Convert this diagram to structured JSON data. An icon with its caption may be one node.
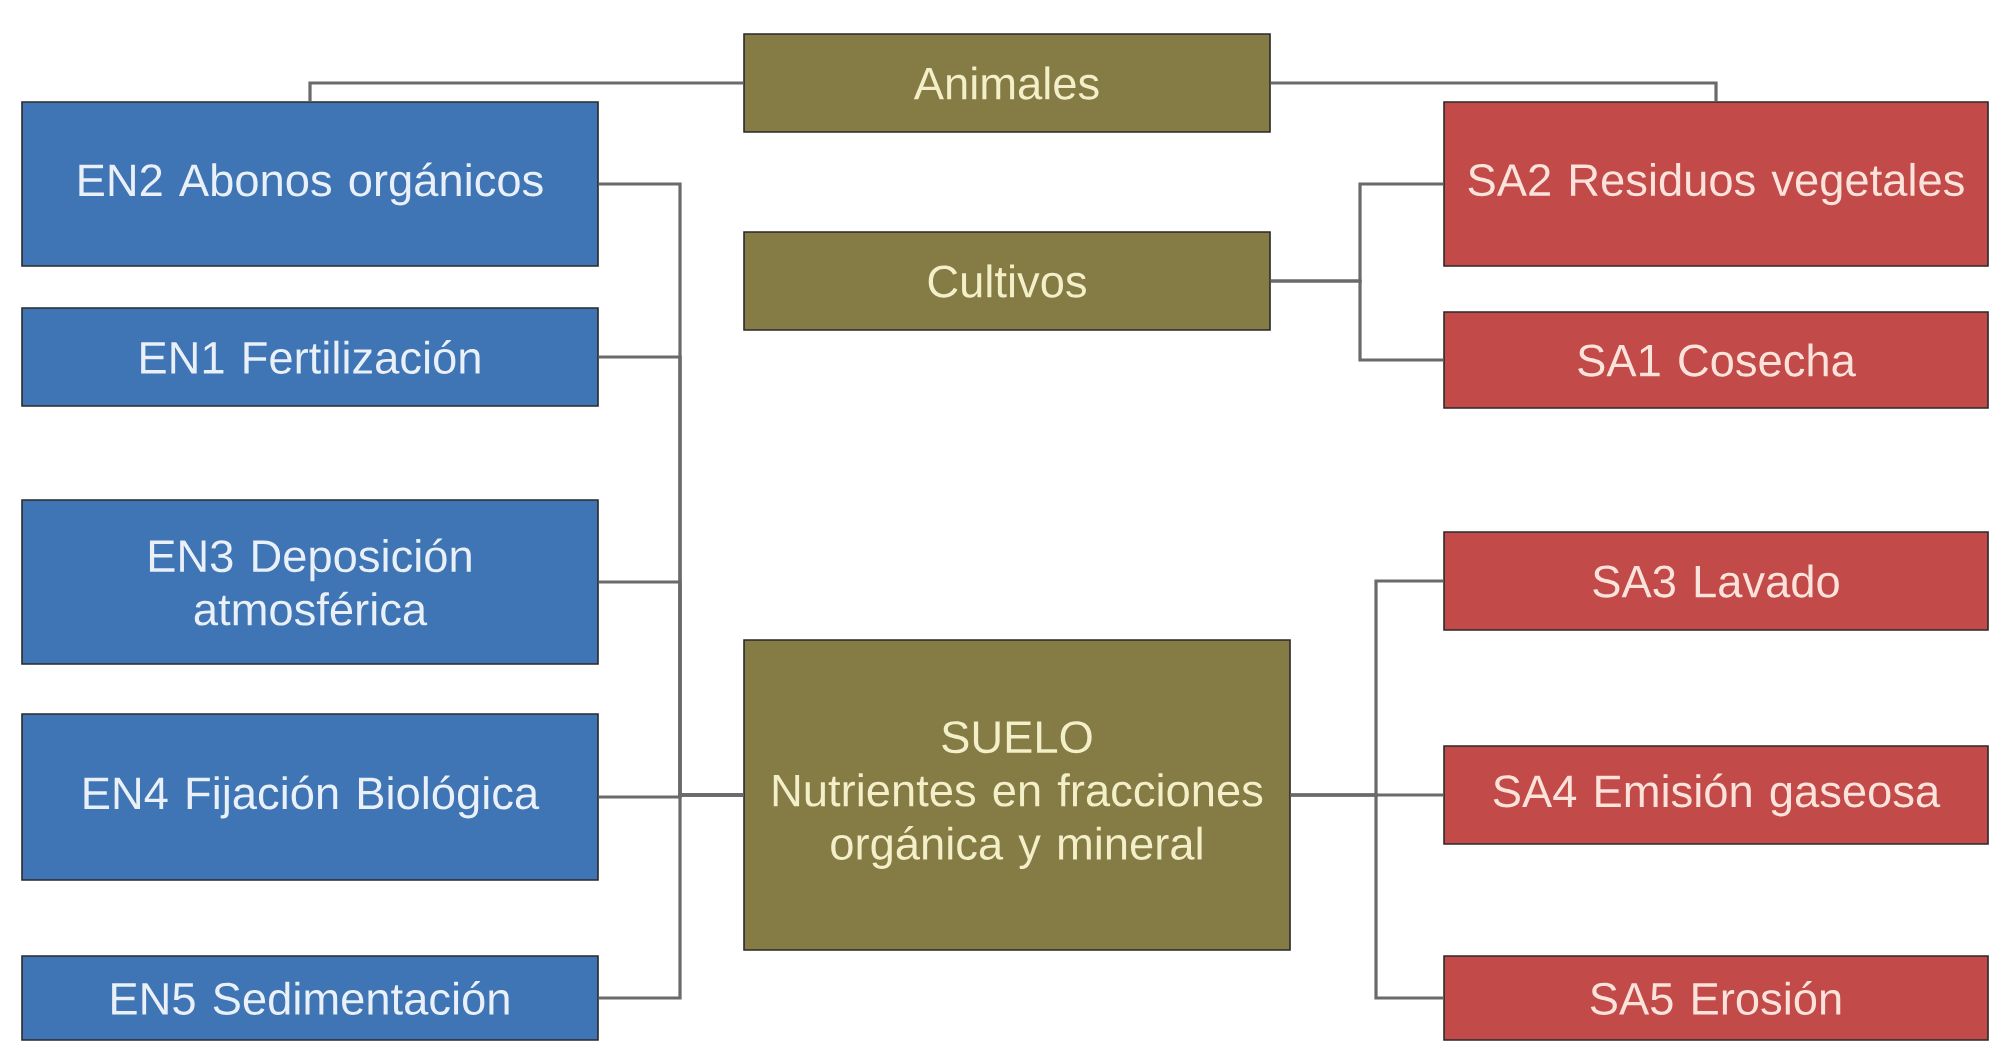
{
  "diagram": {
    "nodes": [
      {
        "text": [
          "Animales"
        ]
      },
      {
        "text": [
          "EN2 Abonos orgánicos"
        ]
      },
      {
        "text": [
          "SA2 Residuos vegetales"
        ]
      },
      {
        "text": [
          "Cultivos"
        ]
      },
      {
        "text": [
          "EN1 Fertilización"
        ]
      },
      {
        "text": [
          "SA1 Cosecha"
        ]
      },
      {
        "text": [
          "EN3 Deposición atmosférica"
        ]
      },
      {
        "text": [
          "SA3 Lavado"
        ]
      },
      {
        "text": [
          "SUELO",
          "Nutrientes en fracciones orgánica y mineral"
        ]
      },
      {
        "text": [
          "EN4 Fijación Biológica"
        ]
      },
      {
        "text": [
          "SA4 Emisión gaseosa"
        ]
      },
      {
        "text": [
          "EN5 Sedimentación"
        ]
      },
      {
        "text": [
          "SA5 Erosión"
        ]
      }
    ],
    "edges": [
      {
        "from": 0,
        "to": 1,
        "arrow": "none"
      },
      {
        "from": 0,
        "to": 2,
        "arrow": "none"
      },
      {
        "from": 3,
        "to": 2,
        "arrow": "none"
      },
      {
        "from": 3,
        "to": 5,
        "arrow": "none"
      },
      {
        "from": 1,
        "to": 8,
        "arrow": "none"
      },
      {
        "from": 4,
        "to": 8,
        "arrow": "none"
      },
      {
        "from": 6,
        "to": 8,
        "arrow": "none"
      },
      {
        "from": 9,
        "to": 8,
        "arrow": "none"
      },
      {
        "from": 11,
        "to": 8,
        "arrow": "none"
      },
      {
        "from": 8,
        "to": 7,
        "arrow": "none"
      },
      {
        "from": 8,
        "to": 10,
        "arrow": "none"
      },
      {
        "from": 8,
        "to": 12,
        "arrow": "none"
      }
    ]
  }
}
